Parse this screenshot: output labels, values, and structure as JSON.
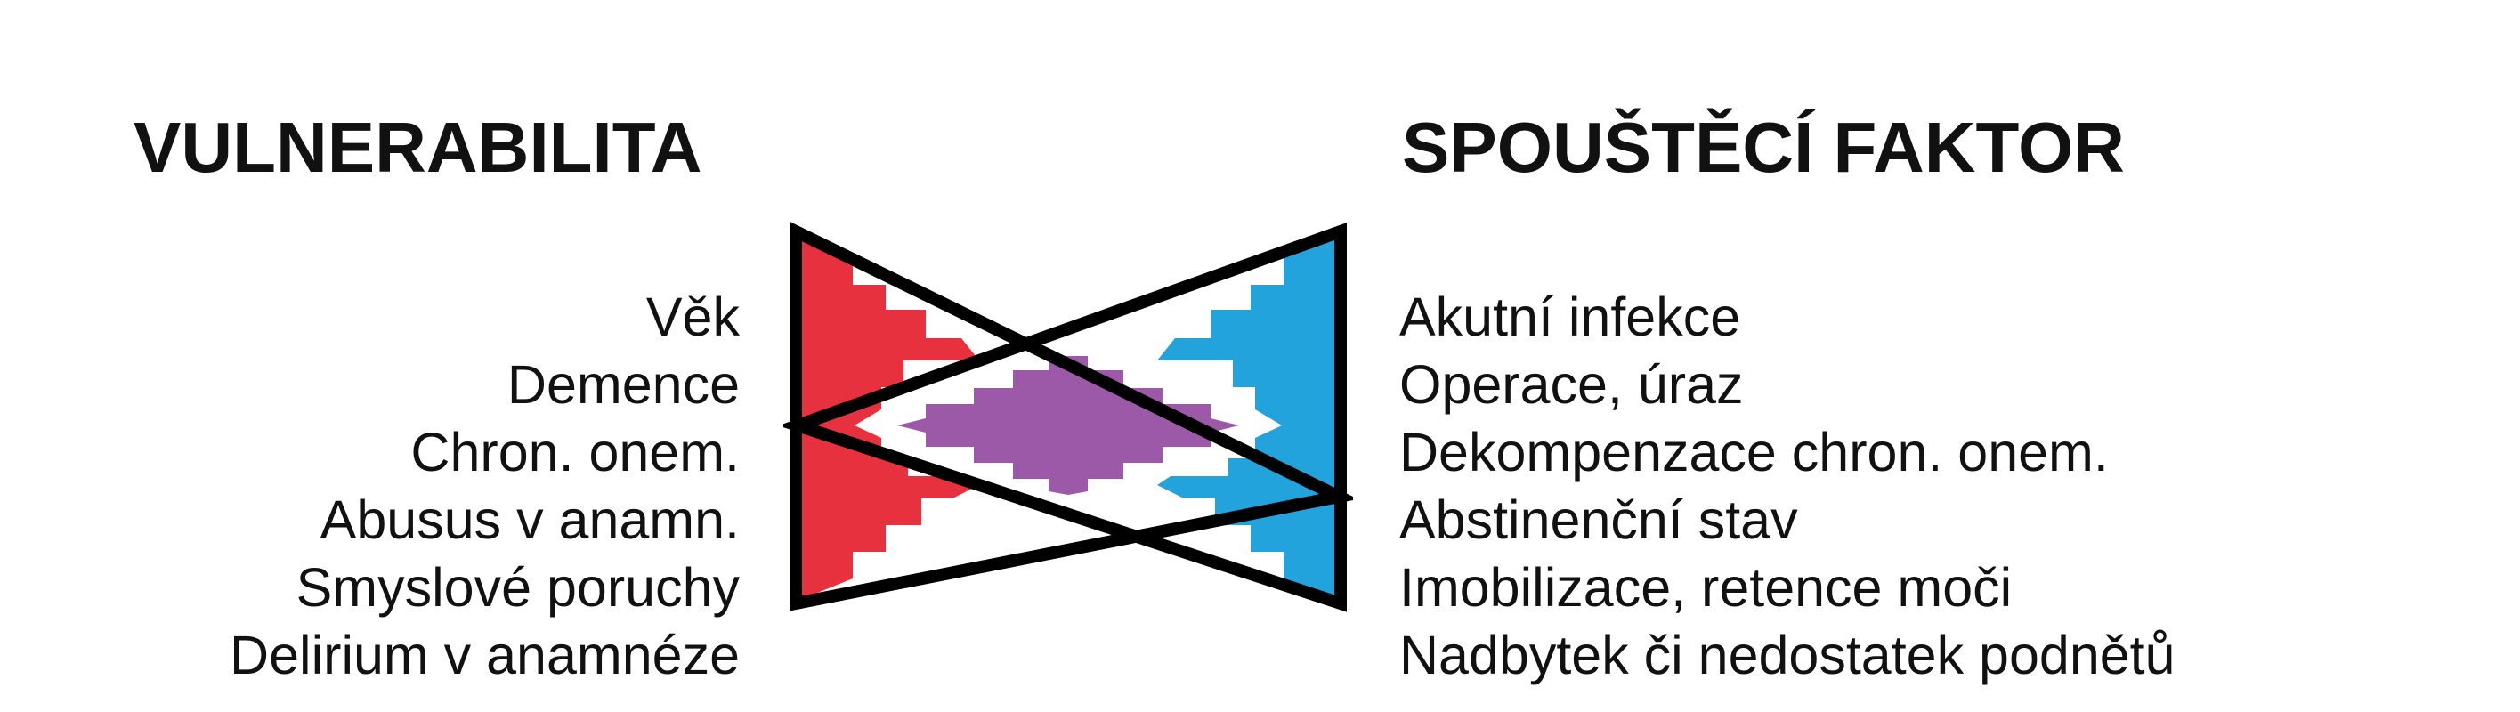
{
  "vulnerability": {
    "heading": "VULNERABILITA",
    "items": [
      "Věk",
      "Demence",
      "Chron. onem.",
      "Abusus v anamn.",
      "Smyslové poruchy",
      "Delirium v anamnéze"
    ]
  },
  "trigger": {
    "heading": "SPOUŠTĚCÍ FAKTOR",
    "items": [
      "Akutní infekce",
      "Operace, úraz",
      "Dekompenzace chron. onem.",
      "Abstinenční stav",
      "Imobilizace, retence moči",
      "Nadbytek či nedostatek podnětů"
    ]
  },
  "colors": {
    "vulnerability_fill": "#e8313f",
    "trigger_fill": "#23a3dc",
    "overlap_fill": "#9b59a8",
    "outline": "#000000",
    "text": "#111111"
  }
}
